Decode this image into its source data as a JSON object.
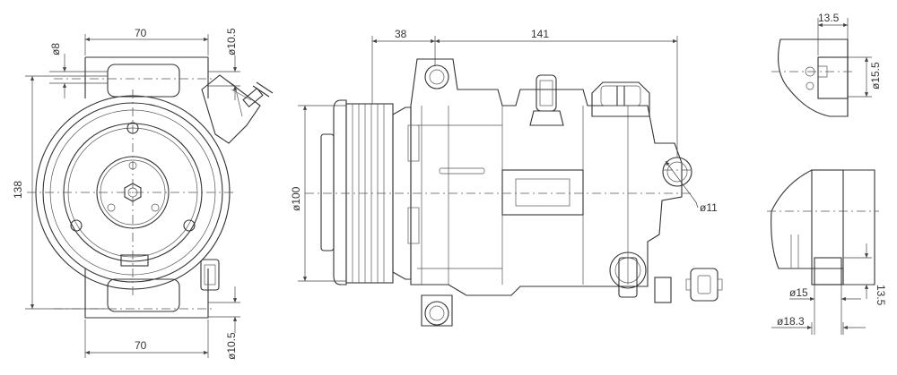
{
  "front_view": {
    "dim_top_width": "70",
    "dim_bottom_width": "70",
    "dim_height": "138",
    "dim_top_hole": "ø8",
    "dim_top_right_hole": "ø10.5",
    "dim_bottom_right_hole": "ø10.5"
  },
  "side_view": {
    "dim_pulley_offset": "38",
    "dim_body_length": "141",
    "dim_pulley_diameter": "ø100",
    "dim_mount_hole": "ø11"
  },
  "detail_top": {
    "dim_depth": "13.5",
    "dim_bore": "ø15.5"
  },
  "detail_bottom": {
    "dim_depth": "13.5",
    "dim_inner": "ø15",
    "dim_outer": "ø18.3"
  }
}
